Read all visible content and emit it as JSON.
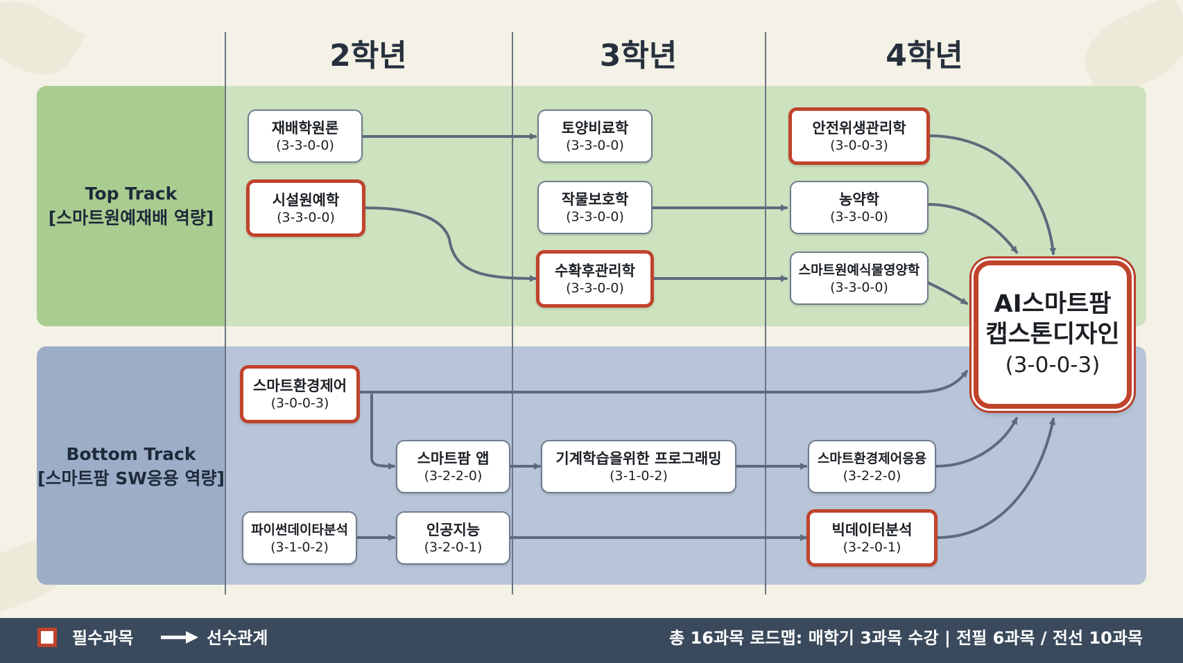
{
  "years": [
    "2학년",
    "3학년",
    "4학년"
  ],
  "tracks": {
    "top": {
      "line1": "Top Track",
      "line2": "[스마트원예재배 역량]"
    },
    "bottom": {
      "line1": "Bottom Track",
      "line2": "[스마트팜 SW응용 역량]"
    }
  },
  "courses": {
    "c1": {
      "name": "재배학원론",
      "code": "(3-3-0-0)",
      "required": false
    },
    "c2": {
      "name": "시설원예학",
      "code": "(3-3-0-0)",
      "required": true
    },
    "c3": {
      "name": "토양비료학",
      "code": "(3-3-0-0)",
      "required": false
    },
    "c4": {
      "name": "작물보호학",
      "code": "(3-3-0-0)",
      "required": false
    },
    "c5": {
      "name": "수확후관리학",
      "code": "(3-3-0-0)",
      "required": true
    },
    "c6": {
      "name": "안전위생관리학",
      "code": "(3-0-0-3)",
      "required": true
    },
    "c7": {
      "name": "농약학",
      "code": "(3-3-0-0)",
      "required": false
    },
    "c8": {
      "name": "스마트원예식물영양학",
      "code": "(3-3-0-0)",
      "required": false
    },
    "c9": {
      "name": "스마트환경제어",
      "code": "(3-0-0-3)",
      "required": true
    },
    "c10": {
      "name": "스마트팜 앱",
      "code": "(3-2-2-0)",
      "required": false
    },
    "c11": {
      "name": "파이썬데이타분석",
      "code": "(3-1-0-2)",
      "required": false
    },
    "c12": {
      "name": "인공지능",
      "code": "(3-2-0-1)",
      "required": false
    },
    "c13": {
      "name": "기계학습을위한 프로그래밍",
      "code": "(3-1-0-2)",
      "required": false
    },
    "c14": {
      "name": "스마트환경제어응용",
      "code": "(3-2-2-0)",
      "required": false
    },
    "c15": {
      "name": "빅데이터분석",
      "code": "(3-2-0-1)",
      "required": true
    },
    "capstone": {
      "line1": "AI스마트팜",
      "line2": "캡스톤디자인",
      "code": "(3-0-0-3)",
      "required": true
    }
  },
  "prerequisites": [
    [
      "c1",
      "c3"
    ],
    [
      "c2",
      "c5"
    ],
    [
      "c4",
      "c7"
    ],
    [
      "c5",
      "c8"
    ],
    [
      "c6",
      "capstone"
    ],
    [
      "c7",
      "capstone"
    ],
    [
      "c8",
      "capstone"
    ],
    [
      "c9",
      "capstone"
    ],
    [
      "c9",
      "c10"
    ],
    [
      "c10",
      "c13"
    ],
    [
      "c13",
      "c14"
    ],
    [
      "c14",
      "capstone"
    ],
    [
      "c11",
      "c12"
    ],
    [
      "c12",
      "c15"
    ],
    [
      "c15",
      "capstone"
    ]
  ],
  "legend": {
    "required": "필수과목",
    "prereq": "선수관계"
  },
  "summary": "총 16과목 로드맵: 매학기 3과목 수강 | 전필 6과목 / 전선 10과목",
  "colors": {
    "required_border": "#c0432b",
    "arrow": "#5b6b7c",
    "top_band": "#cde2bf",
    "bottom_band": "#b8c5d8",
    "footer": "#3a4a5c"
  }
}
